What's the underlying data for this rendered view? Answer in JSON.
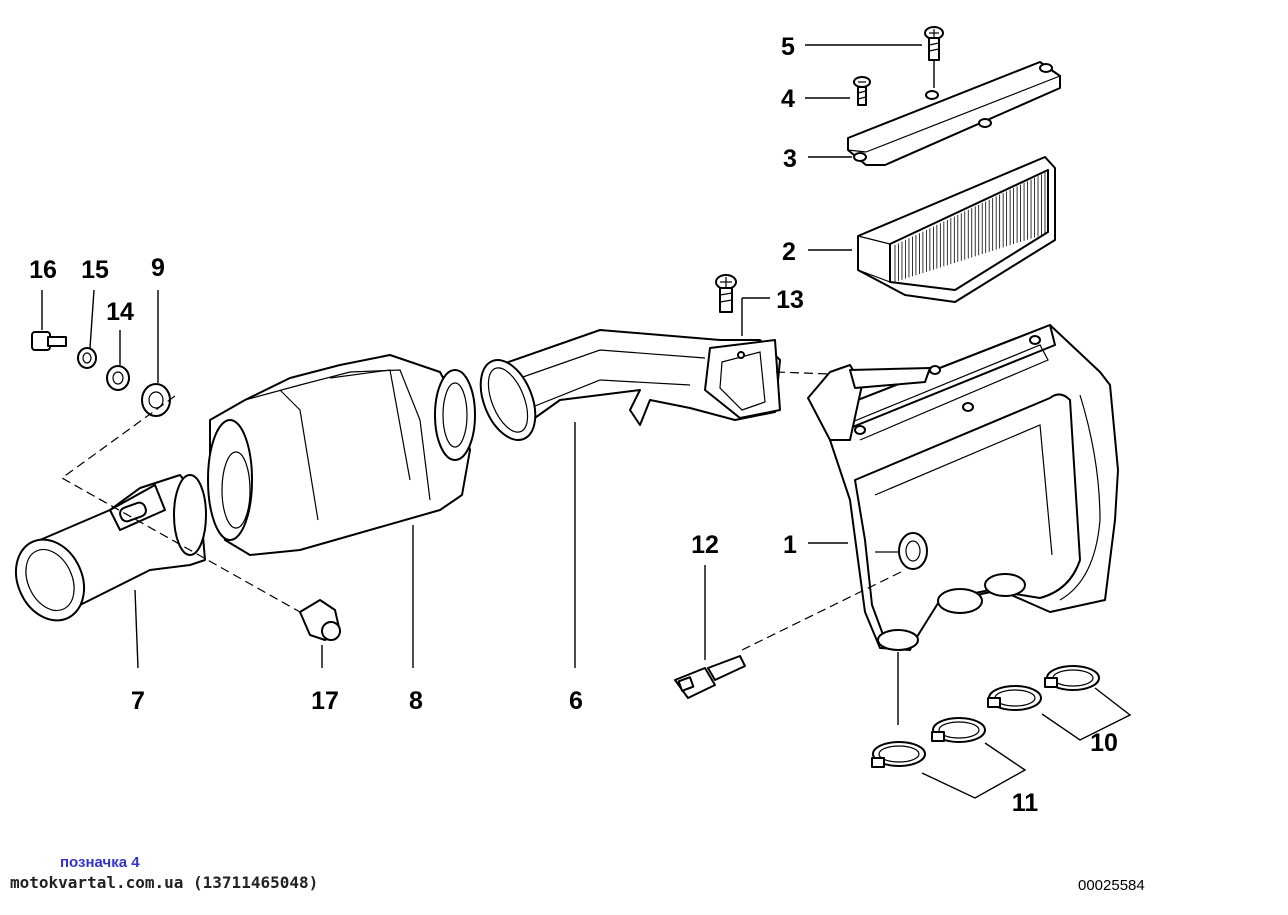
{
  "diagram": {
    "callouts": {
      "p1": "1",
      "p2": "2",
      "p3": "3",
      "p4": "4",
      "p5": "5",
      "p6": "6",
      "p7": "7",
      "p8": "8",
      "p9": "9",
      "p10": "10",
      "p11": "11",
      "p12": "12",
      "p13": "13",
      "p14": "14",
      "p15": "15",
      "p16": "16",
      "p17": "17"
    },
    "caption": "позначка 4",
    "source": "motokvartal.com.ua (13711465048)",
    "document_number": "00025584"
  }
}
